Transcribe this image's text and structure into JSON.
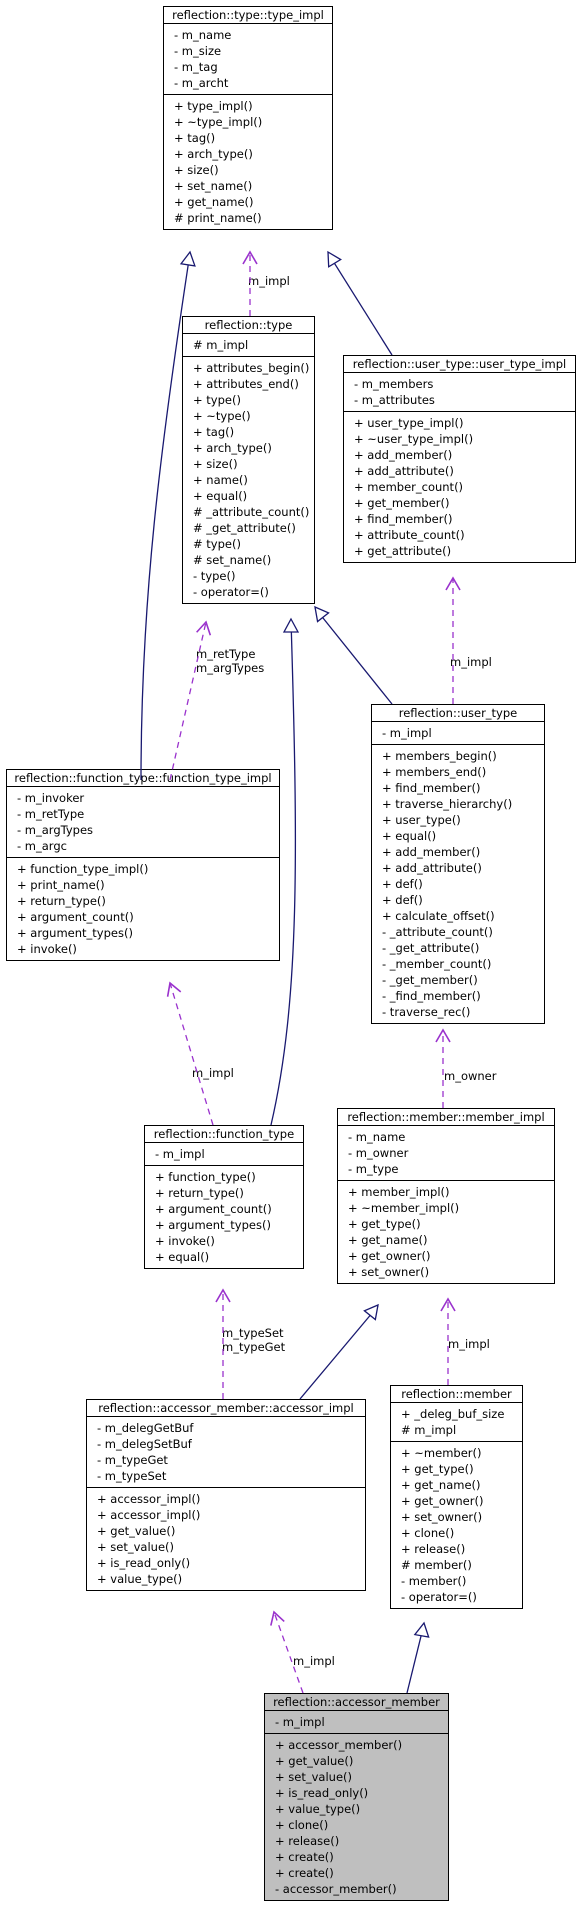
{
  "classes": [
    {
      "id": "type_impl",
      "title": "reflection::type::type_impl",
      "attributes": [
        "- m_name",
        "- m_size",
        "- m_tag",
        "- m_archt"
      ],
      "methods": [
        "+ type_impl()",
        "+ ~type_impl()",
        "+ tag()",
        "+ arch_type()",
        "+ size()",
        "+ set_name()",
        "+ get_name()",
        "# print_name()"
      ]
    },
    {
      "id": "type",
      "title": "reflection::type",
      "attributes": [
        "# m_impl"
      ],
      "methods": [
        "+ attributes_begin()",
        "+ attributes_end()",
        "+ type()",
        "+ ~type()",
        "+ tag()",
        "+ arch_type()",
        "+ size()",
        "+ name()",
        "+ equal()",
        "# _attribute_count()",
        "# _get_attribute()",
        "# type()",
        "# set_name()",
        "- type()",
        "- operator=()"
      ]
    },
    {
      "id": "user_type_impl",
      "title": "reflection::user_type::user_type_impl",
      "attributes": [
        "- m_members",
        "- m_attributes"
      ],
      "methods": [
        "+ user_type_impl()",
        "+ ~user_type_impl()",
        "+ add_member()",
        "+ add_attribute()",
        "+ member_count()",
        "+ get_member()",
        "+ find_member()",
        "+ attribute_count()",
        "+ get_attribute()"
      ]
    },
    {
      "id": "user_type",
      "title": "reflection::user_type",
      "attributes": [
        "- m_impl"
      ],
      "methods": [
        "+ members_begin()",
        "+ members_end()",
        "+ find_member()",
        "+ traverse_hierarchy()",
        "+ user_type()",
        "+ equal()",
        "+ add_member()",
        "+ add_attribute()",
        "+ def()",
        "+ def()",
        "+ calculate_offset()",
        "- _attribute_count()",
        "- _get_attribute()",
        "- _member_count()",
        "- _get_member()",
        "- _find_member()",
        "- traverse_rec()"
      ]
    },
    {
      "id": "function_type_impl",
      "title": "reflection::function_type::function_type_impl",
      "attributes": [
        "- m_invoker",
        "- m_retType",
        "- m_argTypes",
        "- m_argc"
      ],
      "methods": [
        "+ function_type_impl()",
        "+ print_name()",
        "+ return_type()",
        "+ argument_count()",
        "+ argument_types()",
        "+ invoke()"
      ]
    },
    {
      "id": "function_type",
      "title": "reflection::function_type",
      "attributes": [
        "- m_impl"
      ],
      "methods": [
        "+ function_type()",
        "+ return_type()",
        "+ argument_count()",
        "+ argument_types()",
        "+ invoke()",
        "+ equal()"
      ]
    },
    {
      "id": "member_impl",
      "title": "reflection::member::member_impl",
      "attributes": [
        "- m_name",
        "- m_owner",
        "- m_type"
      ],
      "methods": [
        "+ member_impl()",
        "+ ~member_impl()",
        "+ get_type()",
        "+ get_name()",
        "+ get_owner()",
        "+ set_owner()"
      ]
    },
    {
      "id": "accessor_impl",
      "title": "reflection::accessor_member::accessor_impl",
      "attributes": [
        "- m_delegGetBuf",
        "- m_delegSetBuf",
        "- m_typeGet",
        "- m_typeSet"
      ],
      "methods": [
        "+ accessor_impl()",
        "+ accessor_impl()",
        "+ get_value()",
        "+ set_value()",
        "+ is_read_only()",
        "+ value_type()"
      ]
    },
    {
      "id": "member",
      "title": "reflection::member",
      "attributes": [
        "+ _deleg_buf_size",
        "# m_impl"
      ],
      "methods": [
        "+ ~member()",
        "+ get_type()",
        "+ get_name()",
        "+ get_owner()",
        "+ set_owner()",
        "+ clone()",
        "+ release()",
        "# member()",
        "- member()",
        "- operator=()"
      ]
    },
    {
      "id": "accessor_member",
      "title": "reflection::accessor_member",
      "highlight": true,
      "attributes": [
        "- m_impl"
      ],
      "methods": [
        "+ accessor_member()",
        "+ get_value()",
        "+ set_value()",
        "+ is_read_only()",
        "+ value_type()",
        "+ clone()",
        "+ release()",
        "+ create()",
        "+ create()",
        "- accessor_member()"
      ]
    }
  ],
  "edge_labels": [
    {
      "id": "l1",
      "lines": [
        "m_impl"
      ]
    },
    {
      "id": "l2",
      "lines": [
        "m_retType",
        "m_argTypes"
      ]
    },
    {
      "id": "l3",
      "lines": [
        "m_impl"
      ]
    },
    {
      "id": "l4",
      "lines": [
        "m_impl"
      ]
    },
    {
      "id": "l5",
      "lines": [
        "m_owner"
      ]
    },
    {
      "id": "l6",
      "lines": [
        "m_typeSet",
        "m_typeGet"
      ]
    },
    {
      "id": "l7",
      "lines": [
        "m_impl"
      ]
    },
    {
      "id": "l8",
      "lines": [
        "m_impl"
      ]
    }
  ],
  "colors": {
    "inheritance": "#191970",
    "composition": "#9a32cd",
    "highlight": "#bfbfbf"
  }
}
